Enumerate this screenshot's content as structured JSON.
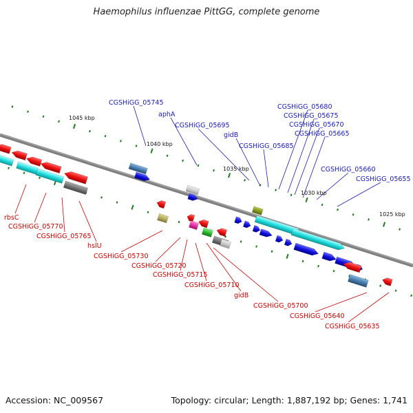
{
  "title": "Haemophilus influenzae PittGG, complete genome",
  "footer": {
    "accession": "Accession: NC_009567",
    "summary": "Topology: circular; Length: 1,887,192 bp; Genes: 1,741"
  },
  "colors": {
    "backbone": "#808080",
    "label_top": "#1a1ab8",
    "label_bottom": "#cc0000",
    "tick": "#1f7a1f",
    "red": "#ee1111",
    "blue": "#1111dd",
    "cyan": "#22dddd",
    "gray": "#777777",
    "steel": "#4a7fb0",
    "olive": "#889922",
    "khaki": "#b8b060",
    "magenta": "#ee33aa",
    "green": "#33bb33",
    "silver": "#cccccc"
  },
  "scale": {
    "labels": [
      "1045 kbp",
      "1040 kbp",
      "1035 kbp",
      "1030 kbp",
      "1025 kbp"
    ]
  },
  "top_labels": [
    "CGSHiGG_05745",
    "aphA",
    "CGSHiGG_05695",
    "gidB",
    "CGSHiGG_05685",
    "CGSHiGG_05680",
    "CGSHiGG_05675",
    "CGSHiGG_05670",
    "CGSHiGG_05665",
    "CGSHiGG_05660",
    "CGSHiGG_05655"
  ],
  "bottom_labels": [
    "rbsC",
    "CGSHiGG_05770",
    "CGSHiGG_05765",
    "hslU",
    "CGSHiGG_05730",
    "CGSHiGG_05720",
    "CGSHiGG_05715",
    "CGSHiGG_05710",
    "gidB",
    "CGSHiGG_05700",
    "CGSHiGG_05640",
    "CGSHiGG_05635"
  ]
}
